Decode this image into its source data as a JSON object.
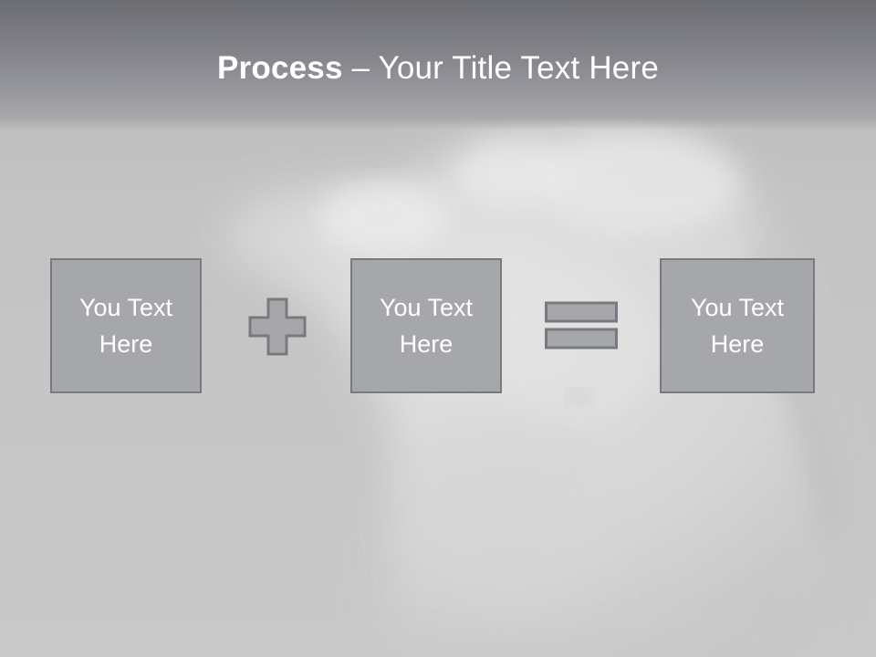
{
  "slide": {
    "title_bold": "Process",
    "title_rest": " – Your Title Text Here",
    "boxes": [
      {
        "label": "You Text\nHere"
      },
      {
        "label": "You Text\nHere"
      },
      {
        "label": "You Text\nHere"
      }
    ],
    "operators": [
      "plus-icon",
      "equals-icon"
    ],
    "colors": {
      "title_band": "#83848a",
      "box_fill": "#a6a7ab",
      "box_border": "#797a7f",
      "text": "#ffffff",
      "background": "#c4c4c4"
    }
  }
}
